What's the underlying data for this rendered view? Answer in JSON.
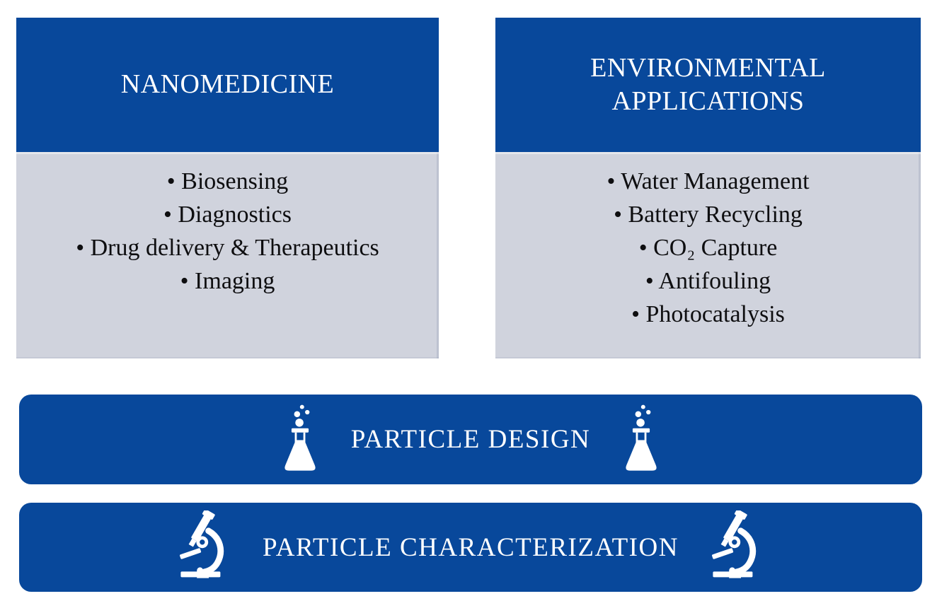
{
  "colors": {
    "primary_blue": "#08489B",
    "body_gray": "#D0D3DD",
    "header_text": "#FFFFFF",
    "bullet_text": "#0E0E10"
  },
  "boxes": [
    {
      "title": "NANOMEDICINE",
      "items": [
        "• Biosensing",
        "• Diagnostics",
        "• Drug delivery & Therapeutics",
        "• Imaging"
      ]
    },
    {
      "title": "ENVIRONMENTAL APPLICATIONS",
      "items": [
        "• Water Management",
        "• Battery Recycling",
        "• CO₂ Capture",
        "• Antifouling",
        "• Photocatalysis"
      ]
    }
  ],
  "bars": [
    {
      "label": "PARTICLE DESIGN",
      "icon": "flask-icon"
    },
    {
      "label": "PARTICLE CHARACTERIZATION",
      "icon": "microscope-icon"
    }
  ]
}
